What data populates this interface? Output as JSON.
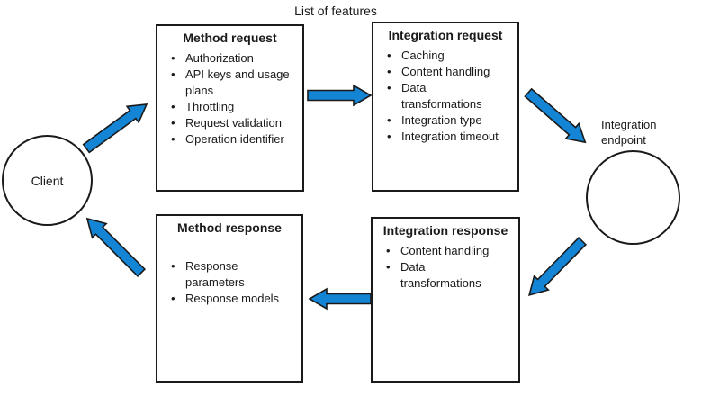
{
  "diagram": {
    "title": "List of features",
    "client": {
      "label": "Client"
    },
    "integration_endpoint": {
      "label": "Integration endpoint"
    },
    "boxes": {
      "method_request": {
        "title": "Method request",
        "items": [
          "Authorization",
          "API keys and usage plans",
          "Throttling",
          "Request validation",
          "Operation identifier"
        ]
      },
      "integration_request": {
        "title": "Integration request",
        "items": [
          "Caching",
          "Content handling",
          "Data transformations",
          "Integration type",
          "Integration timeout"
        ]
      },
      "method_response": {
        "title": "Method response",
        "items": [
          "Response parameters",
          "Response models"
        ]
      },
      "integration_response": {
        "title": "Integration response",
        "items": [
          "Content handling",
          "Data transformations"
        ]
      }
    },
    "flows": [
      {
        "from": "Client",
        "to": "Method request"
      },
      {
        "from": "Method request",
        "to": "Integration request"
      },
      {
        "from": "Integration request",
        "to": "Integration endpoint"
      },
      {
        "from": "Integration endpoint",
        "to": "Integration response"
      },
      {
        "from": "Integration response",
        "to": "Method response"
      },
      {
        "from": "Method response",
        "to": "Client"
      }
    ],
    "colors": {
      "arrow_fill": "#1484d4",
      "arrow_outline": "#1a1a1a",
      "line": "#1a1a1a",
      "text": "#1a1a1a",
      "background": "#ffffff"
    }
  }
}
